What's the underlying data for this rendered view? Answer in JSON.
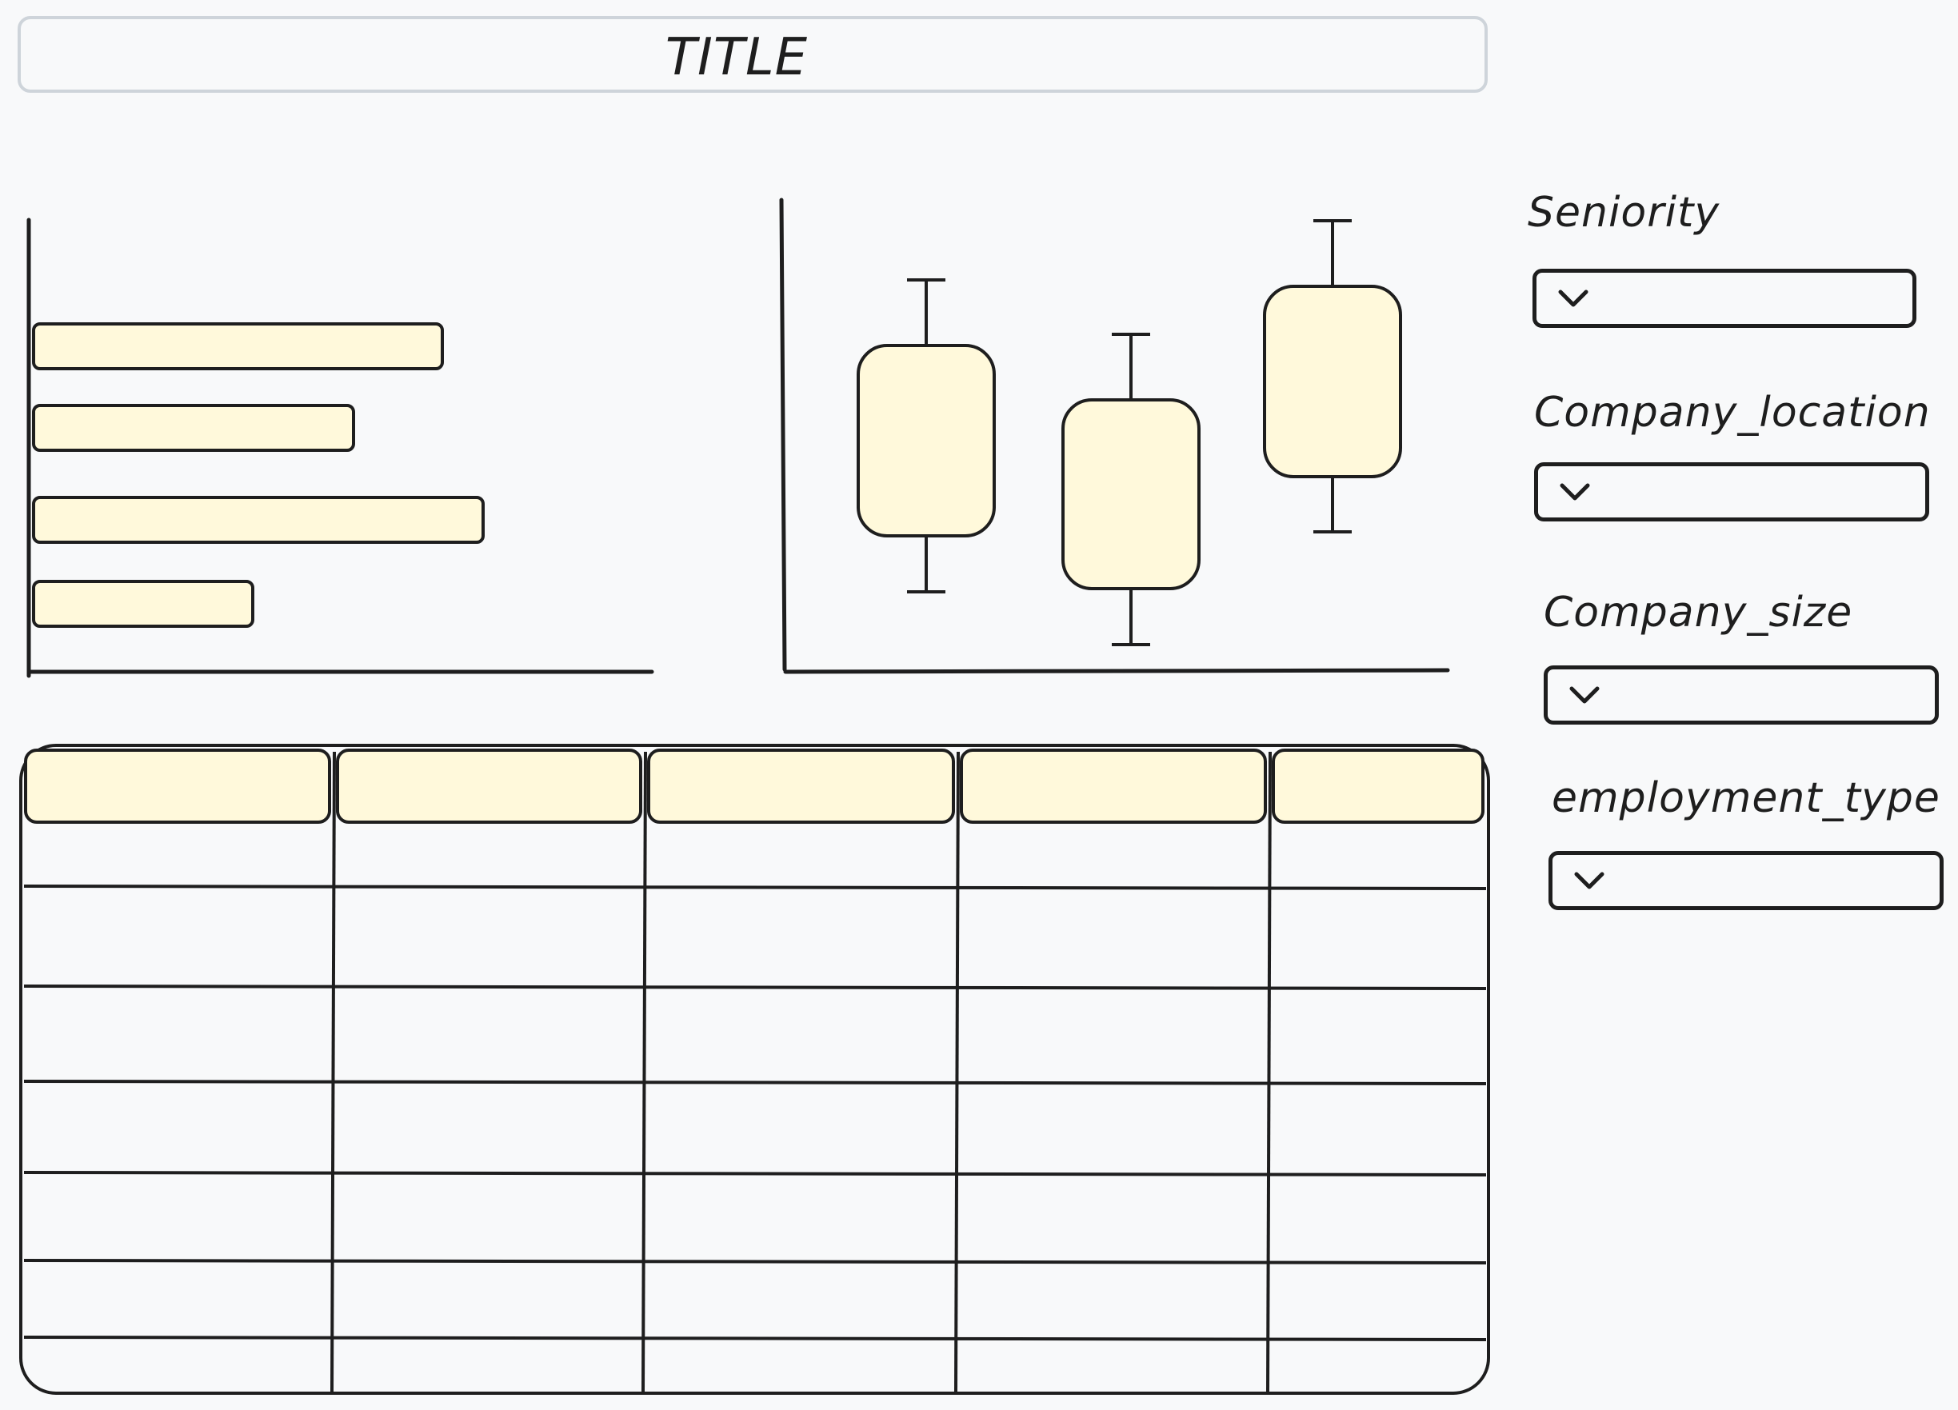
{
  "header": {
    "title": "TITLE"
  },
  "filters": [
    {
      "label": "Seniority",
      "selected": "",
      "icon": "chevron-down-icon"
    },
    {
      "label": "Company_location",
      "selected": "",
      "icon": "chevron-down-icon"
    },
    {
      "label": "Company_size",
      "selected": "",
      "icon": "chevron-down-icon"
    },
    {
      "label": "employment_type",
      "selected": "",
      "icon": "chevron-down-icon"
    }
  ],
  "charts": {
    "bar_chart": {
      "type": "horizontal-bar",
      "bar_count": 4,
      "relative_lengths": [
        0.69,
        0.54,
        0.76,
        0.37
      ]
    },
    "box_plot": {
      "type": "box",
      "box_count": 3
    }
  },
  "table": {
    "columns": 5,
    "header_cells": [
      "",
      "",
      "",
      "",
      ""
    ],
    "body_rows": 6
  },
  "colors": {
    "background": "#f8f9fa",
    "stroke": "#1e1e1e",
    "fill": "#fff9db",
    "title_border": "#ced4da"
  }
}
